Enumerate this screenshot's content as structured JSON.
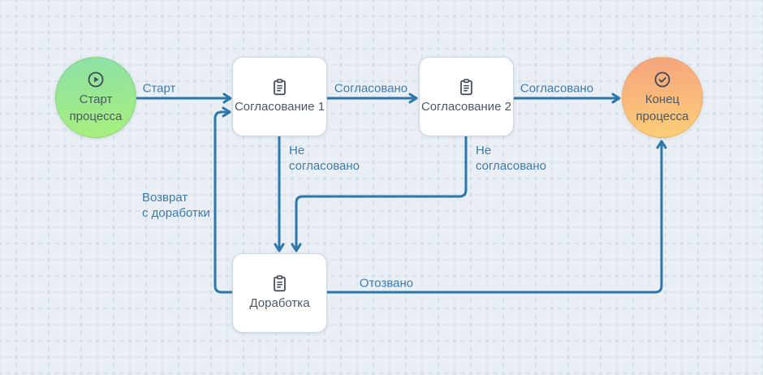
{
  "diagram": {
    "nodes": [
      {
        "id": "start",
        "type": "start-event",
        "icon": "play-circle-icon",
        "label": "Старт процесса",
        "lines": [
          "Старт",
          "процесса"
        ]
      },
      {
        "id": "approval-1",
        "type": "task",
        "icon": "clipboard-icon",
        "label": "Согласование 1"
      },
      {
        "id": "approval-2",
        "type": "task",
        "icon": "clipboard-icon",
        "label": "Согласование 2"
      },
      {
        "id": "rework",
        "type": "task",
        "icon": "clipboard-icon",
        "label": "Доработка"
      },
      {
        "id": "end",
        "type": "end-event",
        "icon": "check-circle-icon",
        "label": "Конец процесса",
        "lines": [
          "Конец",
          "процесса"
        ]
      }
    ],
    "edges": [
      {
        "from": "start",
        "to": "approval-1",
        "label": "Старт"
      },
      {
        "from": "approval-1",
        "to": "approval-2",
        "label": "Согласовано"
      },
      {
        "from": "approval-2",
        "to": "end",
        "label": "Согласовано"
      },
      {
        "from": "approval-1",
        "to": "rework",
        "label": "Не согласовано",
        "lines": [
          "Не",
          "согласовано"
        ]
      },
      {
        "from": "approval-2",
        "to": "rework",
        "label": "Не согласовано",
        "lines": [
          "Не",
          "согласовано"
        ]
      },
      {
        "from": "rework",
        "to": "approval-1",
        "label": "Возврат с доработки",
        "lines": [
          "Возврат",
          "с доработки"
        ]
      },
      {
        "from": "rework",
        "to": "end",
        "label": "Отозвано"
      }
    ],
    "colors": {
      "edge": "#2b76ab",
      "edge_label": "#3f7aa9",
      "node_text": "#4b5863",
      "node_icon": "#3d4956",
      "task_bg": "#ffffff",
      "task_border": "#ccd7df",
      "canvas_bg": "#e9eff5",
      "grid_line": "#d8e2ea",
      "start_gradient_top": "#8ce0a6",
      "start_gradient_bottom": "#a8f07c",
      "end_gradient_top": "#f6a37e",
      "end_gradient_bottom": "#fcd076"
    }
  }
}
